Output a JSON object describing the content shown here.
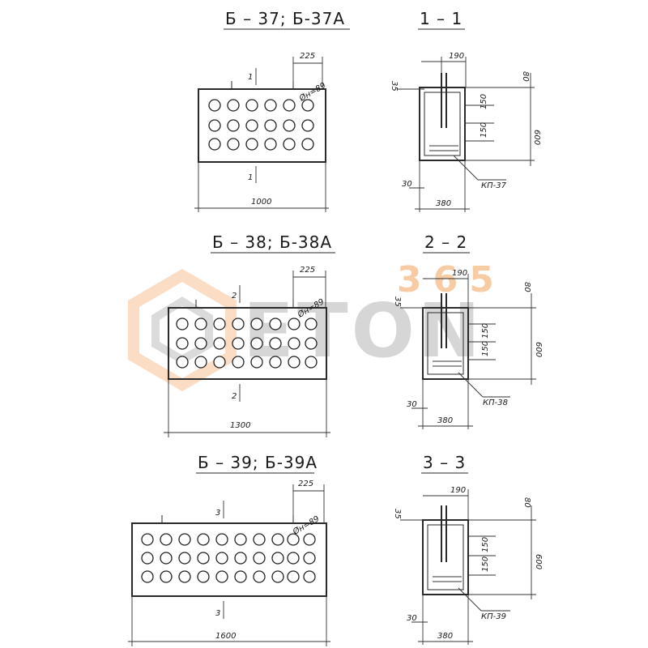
{
  "watermark": {
    "top_text": "365",
    "main_text": "ETON"
  },
  "blocks": [
    {
      "title": "Б – 37; Б-37А",
      "section_title": "1 – 1",
      "length_dim": "1000",
      "pitch_dim": "225",
      "hole_dim": "Øн=89",
      "cut_mark": "1",
      "sec_width": "380",
      "sec_top": "190",
      "sec_offset": "30",
      "sec_cover": "35",
      "sec_height": "600",
      "sec_top_cover": "80",
      "sec_spacing_a": "150",
      "sec_spacing_b": "150",
      "cage": "КП-37"
    },
    {
      "title": "Б – 38; Б-38А",
      "section_title": "2 – 2",
      "length_dim": "1300",
      "pitch_dim": "225",
      "hole_dim": "Øн=89",
      "cut_mark": "2",
      "sec_width": "380",
      "sec_top": "190",
      "sec_offset": "30",
      "sec_cover": "35",
      "sec_height": "600",
      "sec_top_cover": "80",
      "sec_spacing_a": "150",
      "sec_spacing_b": "150",
      "cage": "КП-38"
    },
    {
      "title": "Б – 39; Б-39А",
      "section_title": "3 – 3",
      "length_dim": "1600",
      "pitch_dim": "225",
      "hole_dim": "Øн=89",
      "cut_mark": "3",
      "sec_width": "380",
      "sec_top": "190",
      "sec_offset": "30",
      "sec_cover": "35",
      "sec_height": "600",
      "sec_top_cover": "80",
      "sec_spacing_a": "150",
      "sec_spacing_b": "150",
      "cage": "КП-39"
    }
  ]
}
